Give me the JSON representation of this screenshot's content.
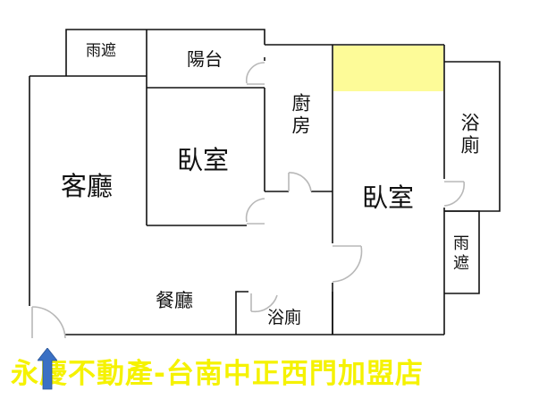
{
  "floorplan": {
    "title": "永慶不動產-台南中正西門加盟店",
    "colors": {
      "wall": "#111111",
      "door": "#b8b8b8",
      "highlight": "#fdfb98",
      "footer_text": "#f5f200",
      "entry_arrow": "#3a70c4"
    },
    "rooms": [
      {
        "id": "canopy-top",
        "label": "雨遮"
      },
      {
        "id": "balcony",
        "label": "陽台"
      },
      {
        "id": "kitchen",
        "label": "廚房"
      },
      {
        "id": "bedroom-1",
        "label": "臥室"
      },
      {
        "id": "living-room",
        "label": "客廳"
      },
      {
        "id": "bedroom-2",
        "label": "臥室"
      },
      {
        "id": "bathroom-right",
        "label": "浴廁"
      },
      {
        "id": "canopy-right",
        "label": "雨遮"
      },
      {
        "id": "dining-room",
        "label": "餐廳"
      },
      {
        "id": "bathroom-bottom",
        "label": "浴廁"
      }
    ],
    "entrance_icon": "up-arrow-icon"
  }
}
